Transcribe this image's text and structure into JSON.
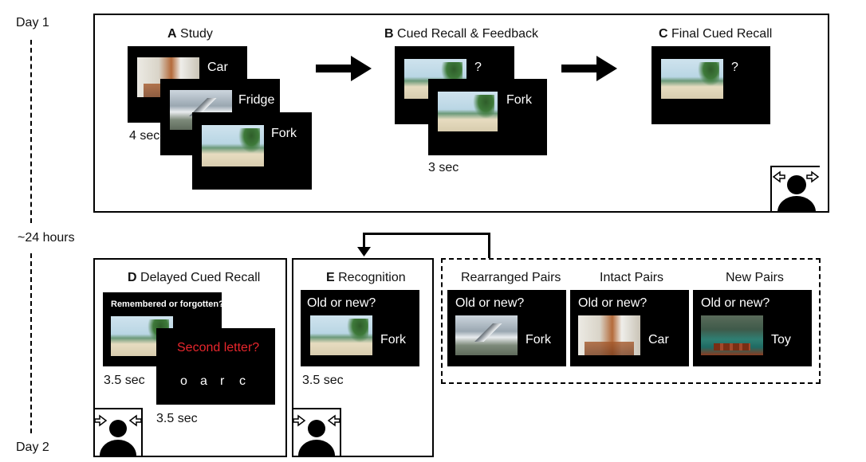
{
  "timeline": {
    "day1": "Day 1",
    "interval": "~24 hours",
    "day2": "Day 2"
  },
  "panelA": {
    "letter": "A",
    "title": "Study",
    "words": [
      "Car",
      "Fridge",
      "Fork"
    ],
    "duration": "4 sec"
  },
  "panelB": {
    "letter": "B",
    "title": "Cued Recall & Feedback",
    "prompt": "?",
    "feedback_word": "Fork",
    "duration": "3 sec"
  },
  "panelC": {
    "letter": "C",
    "title": "Final Cued Recall",
    "prompt": "?"
  },
  "panelD": {
    "letter": "D",
    "title": "Delayed Cued Recall",
    "question": "Remembered or forgotten?",
    "letter_question": "Second letter?",
    "letter_question_color": "#e8262c",
    "letter_options": [
      "o",
      "a",
      "r",
      "c"
    ],
    "duration1": "3.5 sec",
    "duration2": "3.5 sec"
  },
  "panelE": {
    "letter": "E",
    "title": "Recognition",
    "question": "Old or new?",
    "word": "Fork",
    "duration": "3.5 sec"
  },
  "pairs": [
    {
      "title": "Rearranged Pairs",
      "question": "Old or new?",
      "word": "Fork"
    },
    {
      "title": "Intact Pairs",
      "question": "Old or new?",
      "word": "Car"
    },
    {
      "title": "New Pairs",
      "question": "Old or new?",
      "word": "Toy"
    }
  ],
  "icons": {
    "scanner": "person-in-scanner-icon",
    "arrow": "right-arrow-icon"
  }
}
